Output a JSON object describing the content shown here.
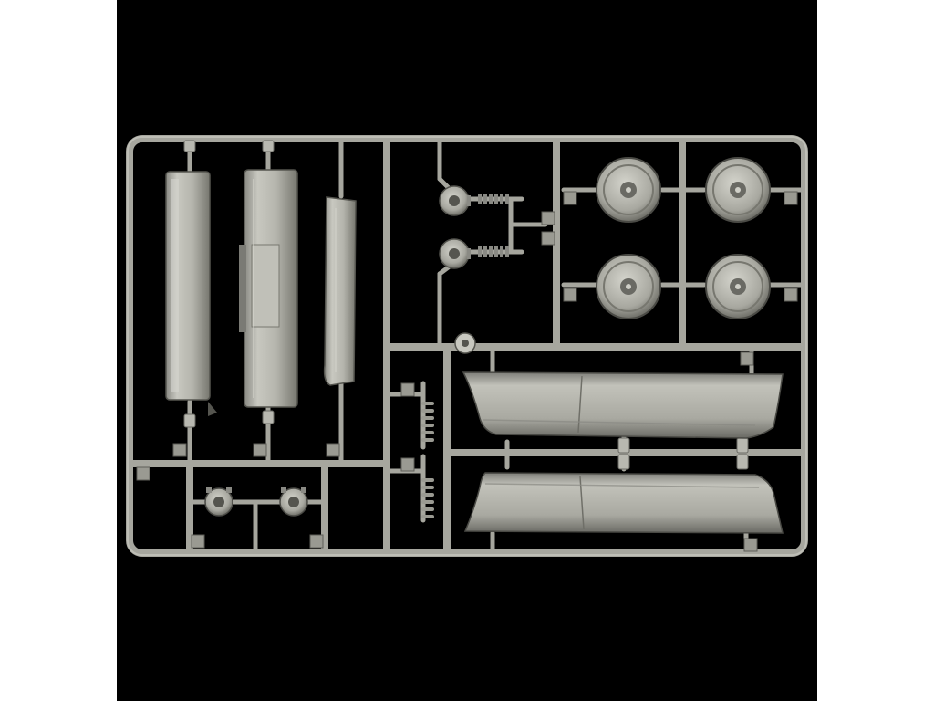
{
  "scene": {
    "subject": "plastic-model-kit-sprue",
    "colors": {
      "background": "#000000",
      "margin": "#ffffff",
      "plastic": "#a8a8a0",
      "plastic_light": "#c9c9c1",
      "plastic_dark": "#6e6e68",
      "shadow": "#3a3a36"
    },
    "part_groups": [
      {
        "id": "wide-panels",
        "count": 2
      },
      {
        "id": "narrow-panel",
        "count": 1
      },
      {
        "id": "wheel-rims",
        "count": 4
      },
      {
        "id": "axle-hubs",
        "count": 4
      },
      {
        "id": "coil-springs",
        "count": 4
      },
      {
        "id": "side-skirts",
        "count": 2
      }
    ]
  }
}
